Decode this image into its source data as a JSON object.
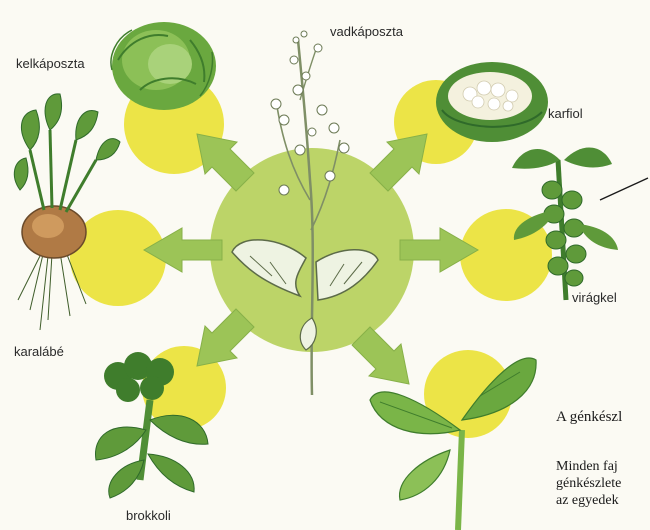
{
  "diagram": {
    "center": {
      "name": "vadkáposzta"
    },
    "derived": [
      {
        "name": "kelkáposzta"
      },
      {
        "name": "karfiol"
      },
      {
        "name": "virágkel"
      },
      {
        "name": "karalábé"
      },
      {
        "name": "brokkoli"
      }
    ]
  },
  "text_excerpt": {
    "heading": "A génkészl",
    "lines": [
      "Minden faj",
      "génkészlete",
      "az egyedek"
    ]
  },
  "colors": {
    "center_disc": "#bcd468",
    "arrow": "#9cc457",
    "yellow_disc": "#ece447",
    "leaf": "#5f9a3a",
    "leaf_dark": "#2f6a2a"
  }
}
